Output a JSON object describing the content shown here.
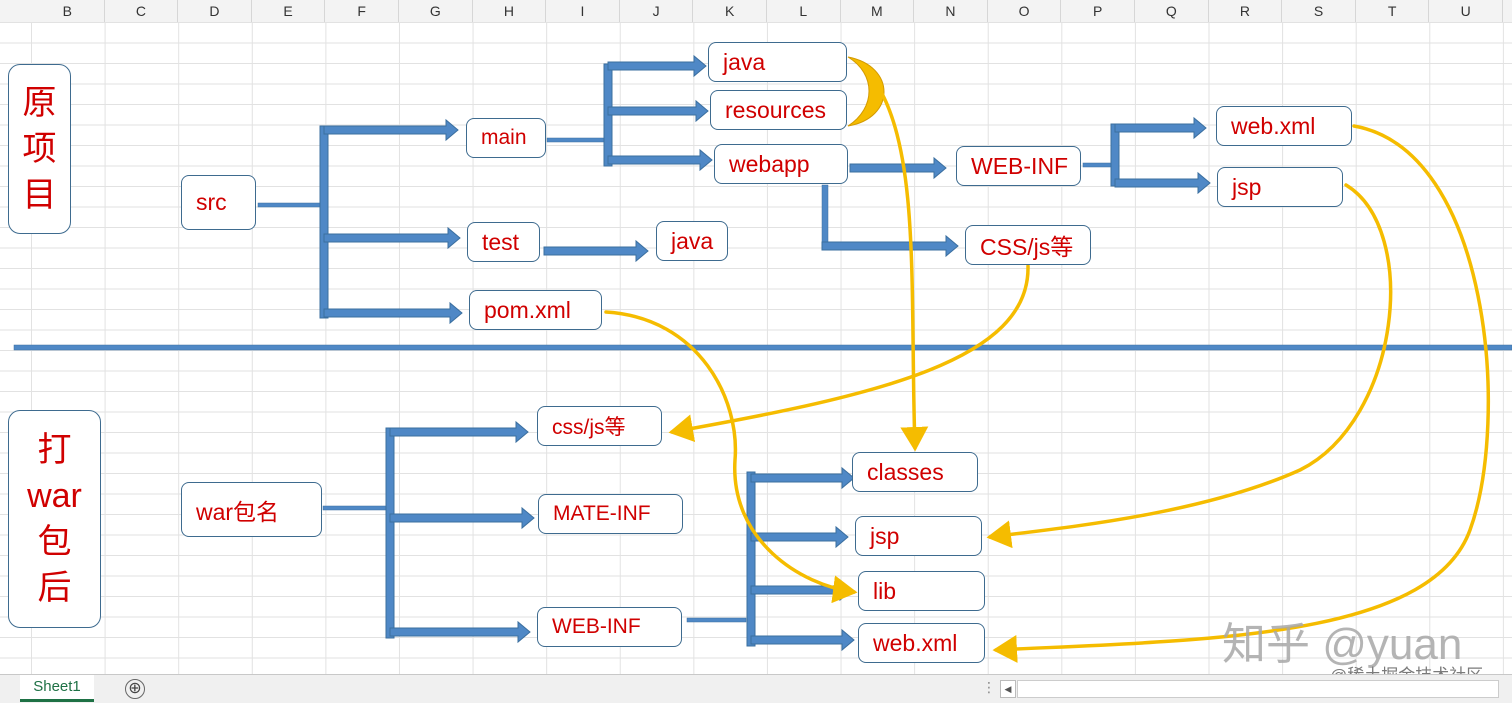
{
  "columns": [
    "B",
    "C",
    "D",
    "E",
    "F",
    "G",
    "H",
    "I",
    "J",
    "K",
    "L",
    "M",
    "N",
    "O",
    "P",
    "Q",
    "R",
    "S",
    "T",
    "U"
  ],
  "side_labels": {
    "original": [
      "原",
      "项",
      "目"
    ],
    "packaged": [
      "打",
      "war",
      "包",
      "后"
    ]
  },
  "nodes": {
    "src": "src",
    "main": "main",
    "test": "test",
    "pom": "pom.xml",
    "java_main": "java",
    "resources": "resources",
    "webapp": "webapp",
    "java_test": "java",
    "webinf_src": "WEB-INF",
    "cssjs_src": "CSS/js等",
    "webxml_src": "web.xml",
    "jsp_src": "jsp",
    "war": "war包名",
    "cssjs_war": "css/js等",
    "mateinf": "MATE-INF",
    "webinf_war": "WEB-INF",
    "classes": "classes",
    "jsp_war": "jsp",
    "lib": "lib",
    "webxml_war": "web.xml"
  },
  "sheet_tab": "Sheet1",
  "add_sheet_symbol": "⊕",
  "watermark": {
    "main": "知乎 @yuan",
    "sub": "@稀土掘金技术社区"
  },
  "colors": {
    "box_text": "#d00000",
    "box_border": "#3e6b8f",
    "arrow": "#4f88c6",
    "arrow_edge": "#3b6f9f",
    "mapping_curve": "#f5bc00"
  }
}
